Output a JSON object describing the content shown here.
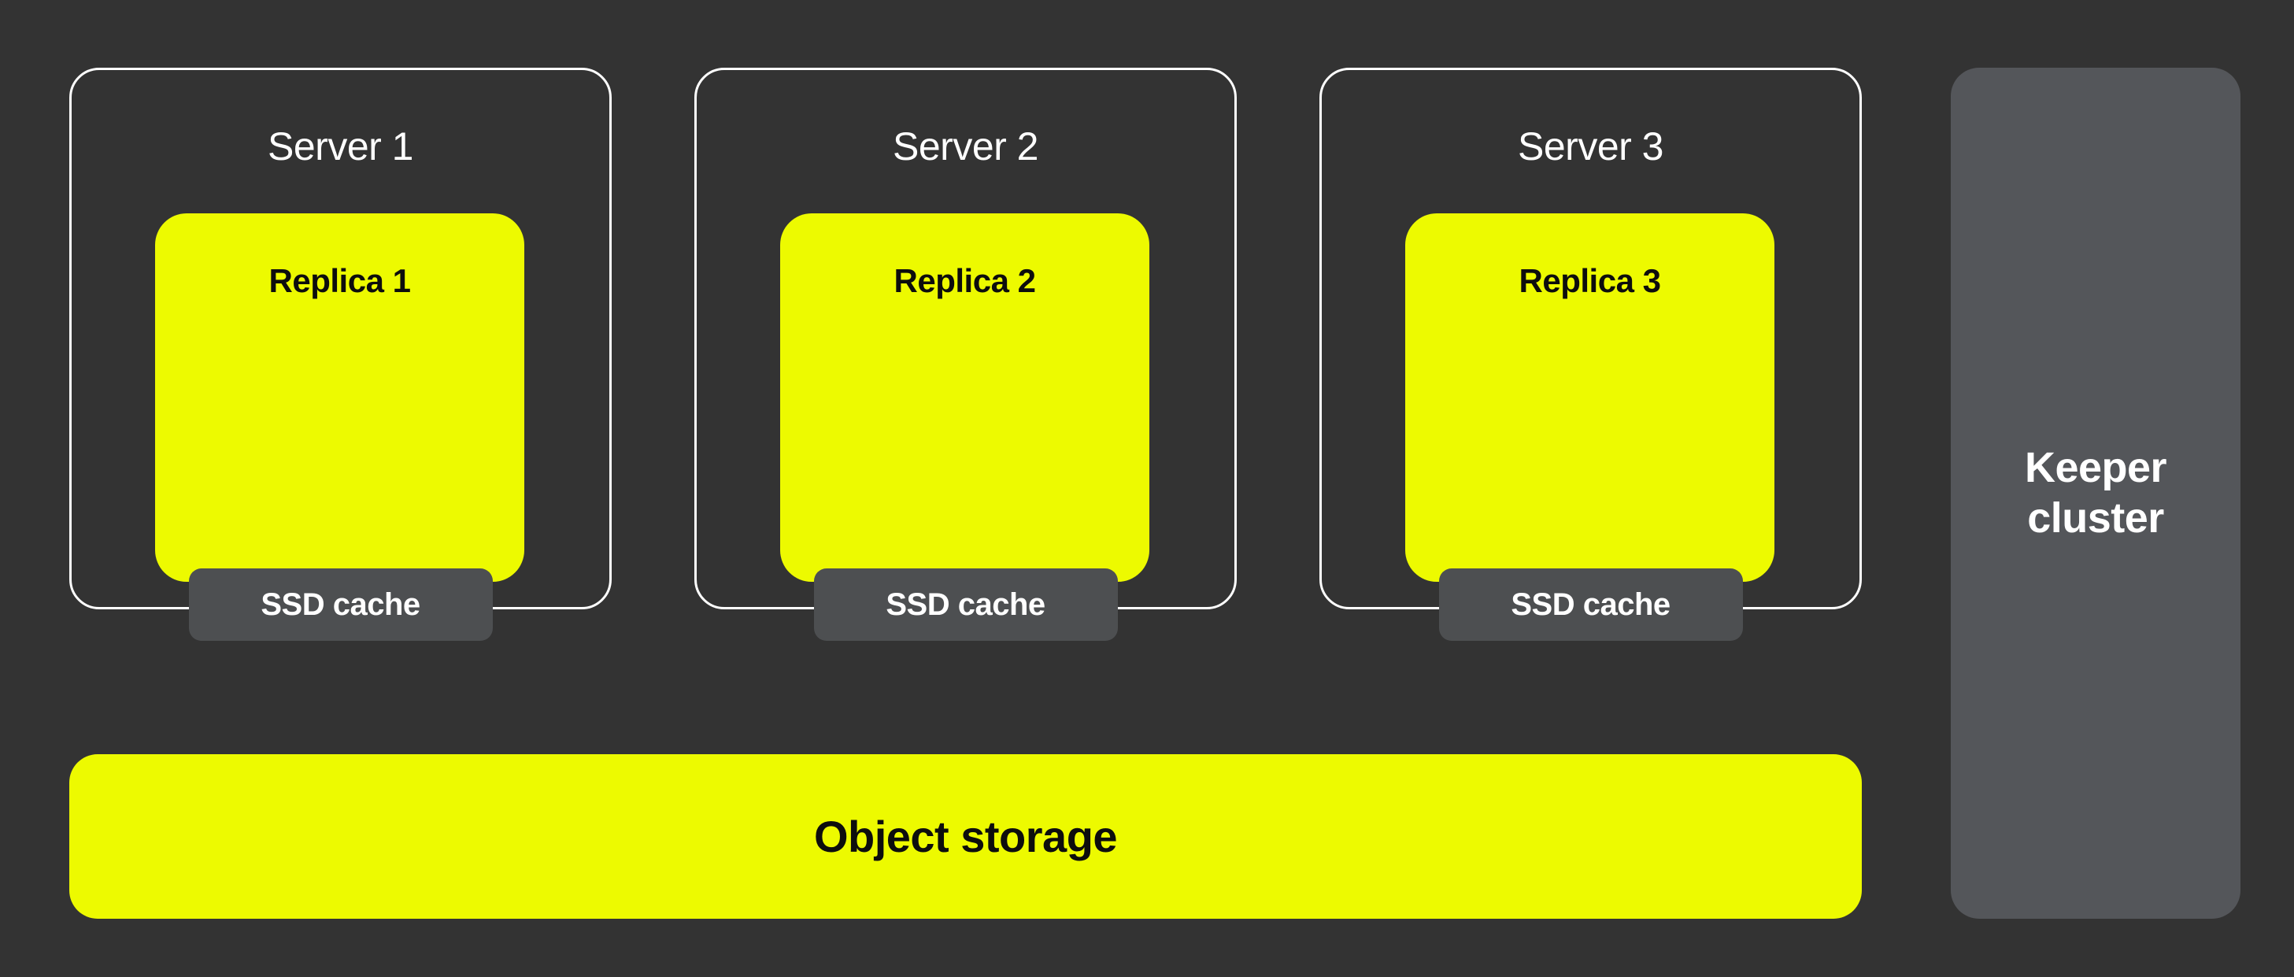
{
  "diagram": {
    "description": "Cluster architecture diagram: three servers with replicas and SSD caches on shared object storage, coordinated by a keeper cluster"
  },
  "colors": {
    "background": "#333333",
    "accent_yellow": "#EDFA00",
    "cache_gray": "#4d4f51",
    "keeper_gray": "#54565a",
    "border_white": "#ffffff",
    "text_dark": "#0d0d0d",
    "text_light": "#ffffff"
  },
  "servers": [
    {
      "title": "Server 1",
      "replica": "Replica 1",
      "cache": "SSD cache"
    },
    {
      "title": "Server 2",
      "replica": "Replica 2",
      "cache": "SSD cache"
    },
    {
      "title": "Server 3",
      "replica": "Replica 3",
      "cache": "SSD cache"
    }
  ],
  "object_storage": {
    "label": "Object storage"
  },
  "keeper": {
    "label": "Keeper cluster"
  }
}
